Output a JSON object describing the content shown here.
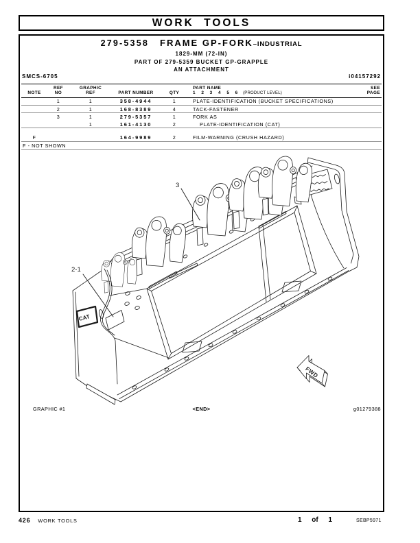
{
  "banner": {
    "title": "WORK TOOLS"
  },
  "header": {
    "part_number": "279-5358",
    "part_name": "FRAME GP-FORK",
    "variant": "–INDUSTRIAL",
    "size": "1829-MM (72-IN)",
    "parent": "PART OF 279-5359 BUCKET GP-GRAPPLE",
    "attachment": "AN ATTACHMENT",
    "smcs": "SMCS-6705",
    "doc_id": "i04157292"
  },
  "table": {
    "header_row1": {
      "ref": "REF",
      "graphic": "GRAPHIC",
      "part_name": "PART NAME",
      "see": "SEE"
    },
    "header_row2": {
      "note": "NOTE",
      "ref": "NO",
      "graphic": "REF",
      "part_number": "PART NUMBER",
      "qty": "QTY",
      "levels": "1 2 3 4 5 6",
      "levels_note": "(PRODUCT LEVEL)",
      "see": "PAGE"
    },
    "rows": [
      {
        "note": "",
        "ref": "1",
        "graphic": "1",
        "part_number": "358-4944",
        "qty": "1",
        "name": "PLATE-IDENTIFICATION (BUCKET SPECIFICATIONS)",
        "see": "",
        "rule": true
      },
      {
        "note": "",
        "ref": "2",
        "graphic": "1",
        "part_number": "168-8389",
        "qty": "4",
        "name": "TACK-FASTENER",
        "see": "",
        "rule": true
      },
      {
        "note": "",
        "ref": "3",
        "graphic": "1",
        "part_number": "279-5357",
        "qty": "1",
        "name": "FORK AS",
        "see": ""
      },
      {
        "note": "",
        "ref": "",
        "graphic": "1",
        "part_number": "161-4130",
        "qty": "2",
        "name": "PLATE-IDENTIFICATION (CAT)",
        "see": "",
        "indent": true,
        "rule": true
      },
      {
        "spacer": true
      },
      {
        "note": "F",
        "ref": "",
        "graphic": "",
        "part_number": "164-9989",
        "qty": "2",
        "name": "FILM-WARNING (CRUSH HAZARD)",
        "see": "",
        "rule": true
      }
    ],
    "footnote": "F - NOT SHOWN"
  },
  "diagram": {
    "callout_fork": "3",
    "callout_plate": "2-1",
    "fwd": "FWD",
    "cat_logo": "CAT",
    "label": "GRAPHIC #1",
    "end_marker": "<END>",
    "graphic_id": "g01279388"
  },
  "footer": {
    "page_number": "426",
    "section": "WORK TOOLS",
    "sheet_current": "1",
    "sheet_of": "of",
    "sheet_total": "1",
    "doc_code": "SEBP5971"
  }
}
